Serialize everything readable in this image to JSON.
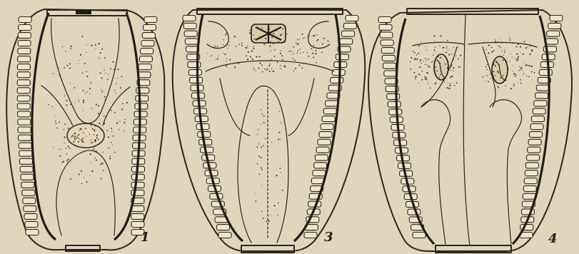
{
  "plate": {
    "figures": [
      {
        "id": "1",
        "label": "1"
      },
      {
        "id": "3",
        "label": "3"
      },
      {
        "id": "4",
        "label": "4"
      }
    ],
    "colors": {
      "paper": "#e6dcc1",
      "paper_light": "#eee5cc",
      "ink": "#2b2620",
      "ink_dark": "#1f1b17"
    }
  }
}
